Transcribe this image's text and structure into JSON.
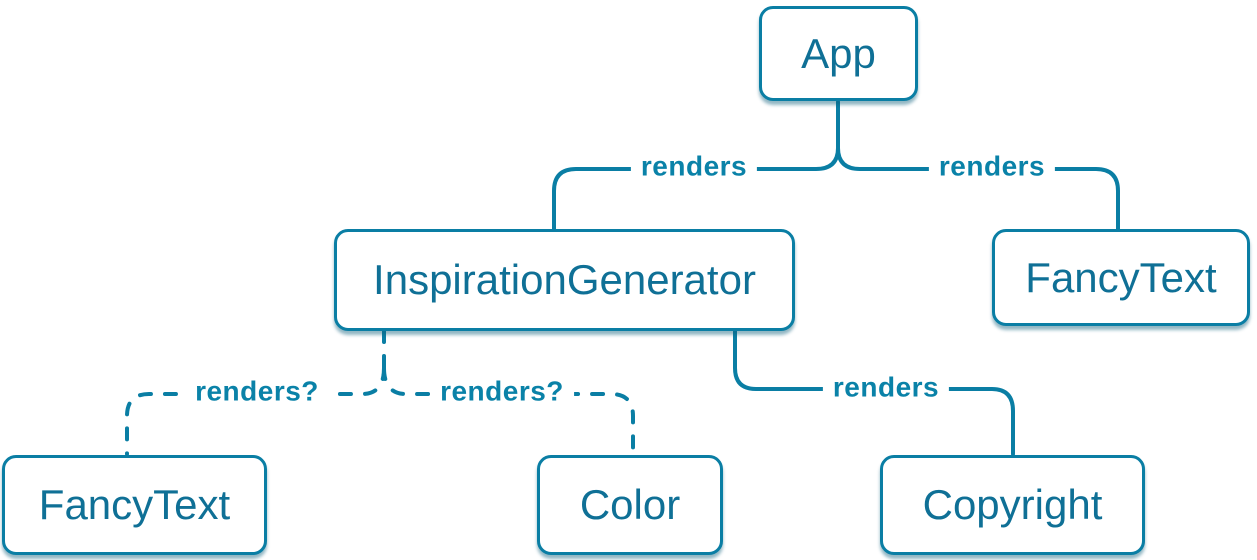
{
  "colors": {
    "accent_stroke": "#0a7ea4",
    "node_text": "#0f7096",
    "edge_label_text": "#0a82a8",
    "node_fill": "#ffffff",
    "background": "#ffffff"
  },
  "nodes": [
    {
      "id": "app",
      "label": "App"
    },
    {
      "id": "inspiration-generator",
      "label": "InspirationGenerator"
    },
    {
      "id": "fancy-text-top",
      "label": "FancyText"
    },
    {
      "id": "fancy-text-bottom",
      "label": "FancyText"
    },
    {
      "id": "color",
      "label": "Color"
    },
    {
      "id": "copyright",
      "label": "Copyright"
    }
  ],
  "edges": [
    {
      "from": "App",
      "to": "InspirationGenerator",
      "label": "renders",
      "style": "solid"
    },
    {
      "from": "App",
      "to": "FancyText",
      "label": "renders",
      "style": "solid"
    },
    {
      "from": "InspirationGenerator",
      "to": "FancyText",
      "label": "renders?",
      "style": "dashed"
    },
    {
      "from": "InspirationGenerator",
      "to": "Color",
      "label": "renders?",
      "style": "dashed"
    },
    {
      "from": "InspirationGenerator",
      "to": "Copyright",
      "label": "renders",
      "style": "solid"
    }
  ]
}
